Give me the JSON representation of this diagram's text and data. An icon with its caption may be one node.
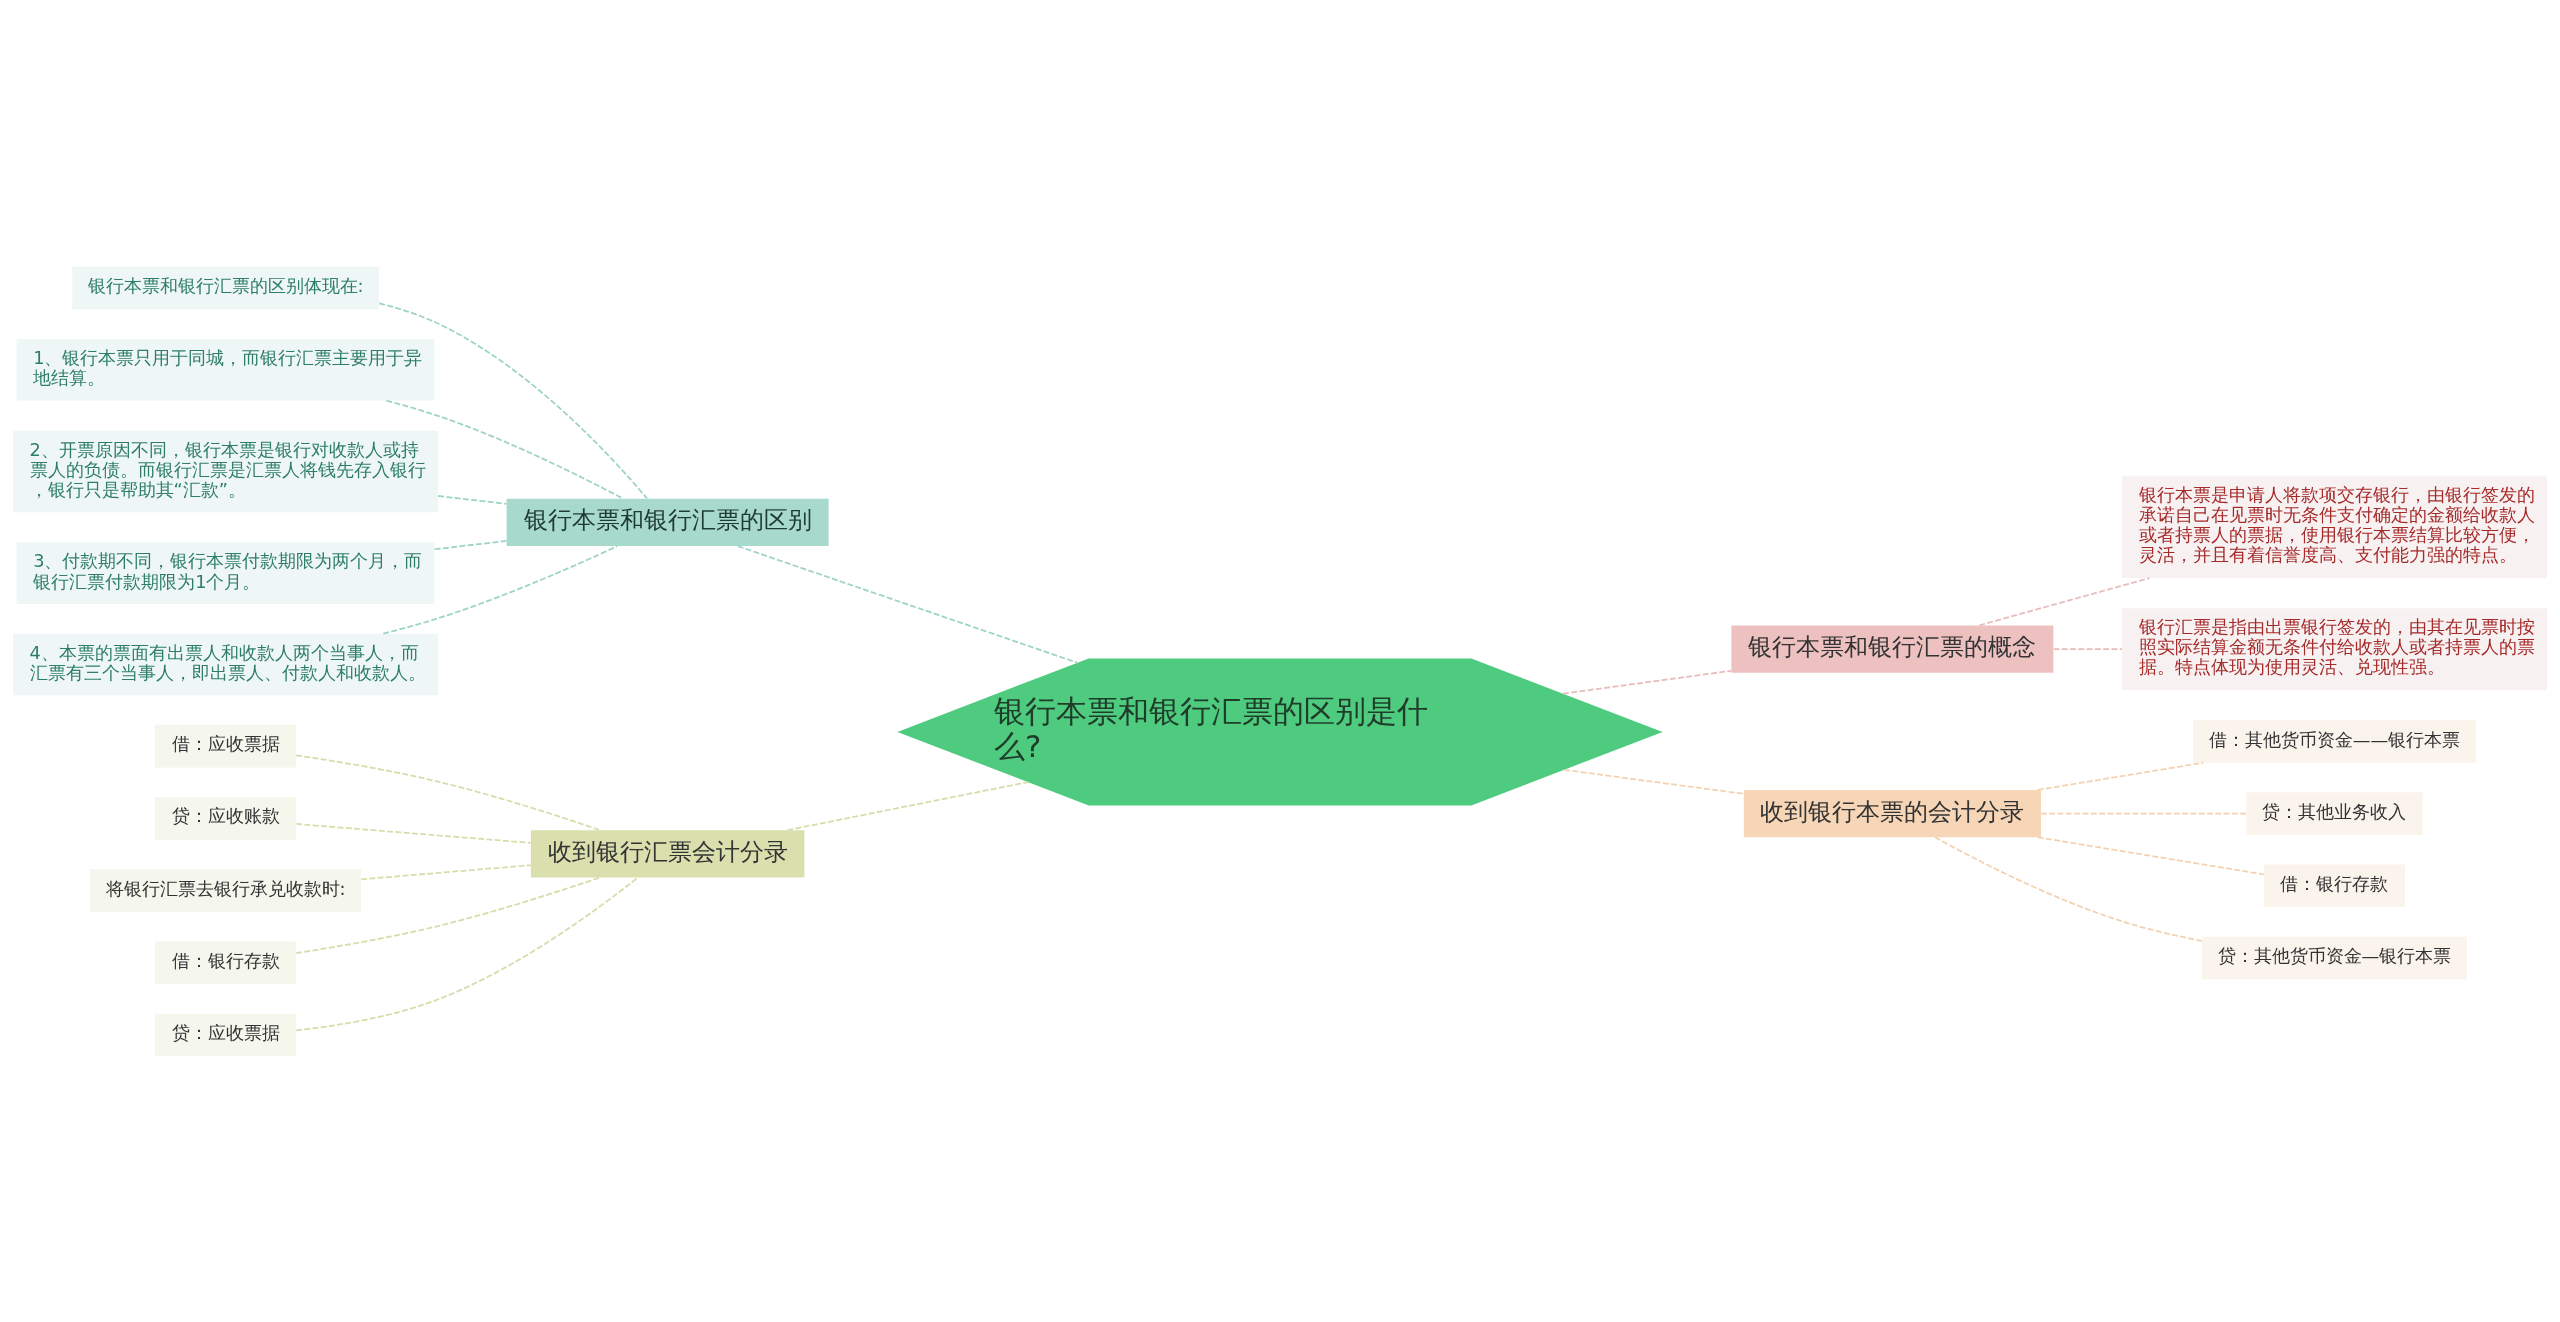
{
  "diagram": {
    "nodes": [
      {
        "text": [
          "银行本票和银行汇票的区别是什么?"
        ]
      },
      {
        "text": [
          "银行本票和银行汇票的区别"
        ]
      },
      {
        "text": [
          "银行本票和银行汇票的区别体现在:"
        ]
      },
      {
        "text": [
          "1、银行本票只用于同城，而银行汇票主要用于异地结算。"
        ]
      },
      {
        "text": [
          "2、开票原因不同，银行本票是银行对收款人或持票人的负债。而银行汇票是汇票人将钱先存入银行，银行只是帮助其“汇款”。"
        ]
      },
      {
        "text": [
          "3、付款期不同，银行本票付款期限为两个月，而银行汇票付款期限为1个月。"
        ]
      },
      {
        "text": [
          "4、本票的票面有出票人和收款人两个当事人，而汇票有三个当事人，即出票人、付款人和收款人。"
        ]
      },
      {
        "text": [
          "收到银行汇票会计分录"
        ]
      },
      {
        "text": [
          "借：应收票据"
        ]
      },
      {
        "text": [
          "贷：应收账款"
        ]
      },
      {
        "text": [
          "将银行汇票去银行承兑收款时:"
        ]
      },
      {
        "text": [
          "借：银行存款"
        ]
      },
      {
        "text": [
          "贷：应收票据"
        ]
      },
      {
        "text": [
          "银行本票和银行汇票的概念"
        ]
      },
      {
        "text": [
          "银行本票是申请人将款项交存银行，由银行签发的承诺自己在见票时无条件支付确定的金额给收款人或者持票人的票据，使用银行本票结算比较方便，灵活，并且有着信誉度高、支付能力强的特点。"
        ]
      },
      {
        "text": [
          "银行汇票是指由出票银行签发的，由其在见票时按照实际结算金额无条件付给收款人或者持票人的票据。特点体现为使用灵活、兑现性强。"
        ]
      },
      {
        "text": [
          "收到银行本票的会计分录"
        ]
      },
      {
        "text": [
          "借：其他货币资金——银行本票"
        ]
      },
      {
        "text": [
          "贷：其他业务收入"
        ]
      },
      {
        "text": [
          "借：银行存款"
        ]
      },
      {
        "text": [
          "贷：其他货币资金—银行本票"
        ]
      }
    ],
    "edges": [
      {
        "from": 1,
        "to": 0,
        "arrow": "none",
        "style": "dashed",
        "color": "#9ed3c6"
      },
      {
        "from": 2,
        "to": 1,
        "arrow": "none",
        "style": "dashed",
        "color": "#9ed3c6"
      },
      {
        "from": 3,
        "to": 1,
        "arrow": "none",
        "style": "dashed",
        "color": "#9ed3c6"
      },
      {
        "from": 4,
        "to": 1,
        "arrow": "none",
        "style": "dashed",
        "color": "#9ed3c6"
      },
      {
        "from": 5,
        "to": 1,
        "arrow": "none",
        "style": "dashed",
        "color": "#9ed3c6"
      },
      {
        "from": 6,
        "to": 1,
        "arrow": "none",
        "style": "dashed",
        "color": "#9ed3c6"
      },
      {
        "from": 7,
        "to": 0,
        "arrow": "none",
        "style": "dashed",
        "color": "#d8dcaa"
      },
      {
        "from": 8,
        "to": 7,
        "arrow": "none",
        "style": "dashed",
        "color": "#d8dcaa"
      },
      {
        "from": 9,
        "to": 7,
        "arrow": "none",
        "style": "dashed",
        "color": "#d8dcaa"
      },
      {
        "from": 10,
        "to": 7,
        "arrow": "none",
        "style": "dashed",
        "color": "#d8dcaa"
      },
      {
        "from": 11,
        "to": 7,
        "arrow": "none",
        "style": "dashed",
        "color": "#d8dcaa"
      },
      {
        "from": 12,
        "to": 7,
        "arrow": "none",
        "style": "dashed",
        "color": "#d8dcaa"
      },
      {
        "from": 0,
        "to": 13,
        "arrow": "none",
        "style": "dashed",
        "color": "#e8bcbc"
      },
      {
        "from": 13,
        "to": 14,
        "arrow": "none",
        "style": "dashed",
        "color": "#e8bcbc"
      },
      {
        "from": 13,
        "to": 15,
        "arrow": "none",
        "style": "dashed",
        "color": "#e8bcbc"
      },
      {
        "from": 0,
        "to": 16,
        "arrow": "none",
        "style": "dashed",
        "color": "#f2d2b0"
      },
      {
        "from": 16,
        "to": 17,
        "arrow": "none",
        "style": "dashed",
        "color": "#f2d2b0"
      },
      {
        "from": 16,
        "to": 18,
        "arrow": "none",
        "style": "dashed",
        "color": "#f2d2b0"
      },
      {
        "from": 16,
        "to": 19,
        "arrow": "none",
        "style": "dashed",
        "color": "#f2d2b0"
      },
      {
        "from": 16,
        "to": 20,
        "arrow": "none",
        "style": "dashed",
        "color": "#f2d2b0"
      }
    ]
  }
}
